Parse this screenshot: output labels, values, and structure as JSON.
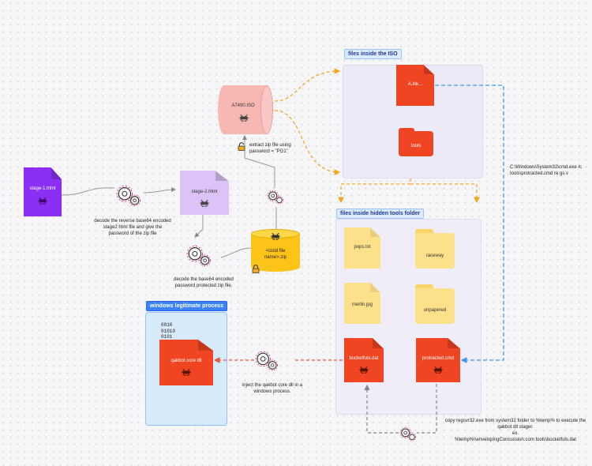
{
  "panels": {
    "iso_title": "files inside the ISO",
    "tools_title": "files inside hidden tools folder",
    "windows_title": "windows legitimate process"
  },
  "files": {
    "stage1": "stage-1.html",
    "stage2": "stage-2.html",
    "iso": "A7490.ISO",
    "zip": "<cisid file name>.zip",
    "lnk": "A.lnk...",
    "tools_folder": "tools",
    "pops": "pops.txt",
    "raceway": "raceway",
    "merlin": "merlin.jpg",
    "unpapered": "unpapered",
    "bucketfuls": "bucketfuls.dat",
    "protracted": "protracted.cmd",
    "qakbot": "qakbot core dll"
  },
  "binary_lines": [
    "0010",
    "01010",
    "0101"
  ],
  "labels": {
    "decode_reverse": "decode the reverse base64 encoded stage2 html file and give the password of the zip file",
    "decode_base64": "decode the base64 encoded password protected zip file.",
    "extract_zip": "extract zip file using password = \"PG1\"",
    "cmd": "C:\\Windows\\System32\\cmd.exe /c tools\\protracted.cmd re gs v",
    "inject": "inject the qakbot core dll in a windows process.",
    "copy_regsvr": "copy regsvr32.exe from system32 folder to %temp% to execute the qakbot dll stager.",
    "copy_ex": "ex.",
    "copy_path": "%temp%\\\\envelopingConcussion.com tools\\bucketfuls.dat"
  },
  "colors": {
    "purple": "#8b2ff5",
    "lavender": "#dcc3f7",
    "pink": "#f7b7b3",
    "yellow": "#fcc419",
    "red": "#f04523",
    "folder_yellow": "#fde08a",
    "orange": "#f5a623",
    "blue": "#3b9ae8",
    "gray": "#888888"
  }
}
